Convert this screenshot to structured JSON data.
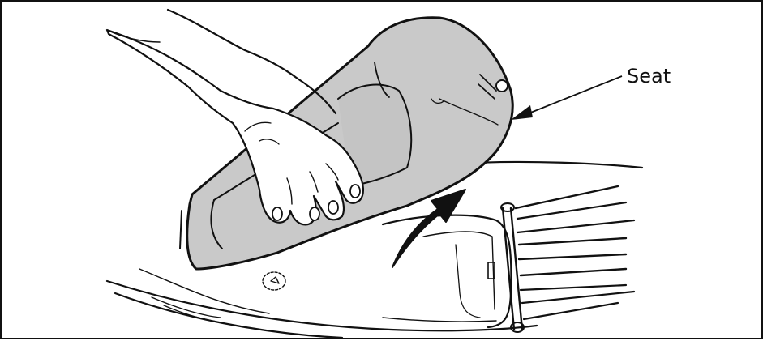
{
  "diagram": {
    "callout_label": "Seat"
  },
  "colors": {
    "seat_fill": "#c9c9c9",
    "line": "#111111",
    "background": "#ffffff"
  },
  "icons": [
    "hand-illustration",
    "seat-illustration",
    "lift-arrow-icon",
    "callout-arrow-icon"
  ]
}
